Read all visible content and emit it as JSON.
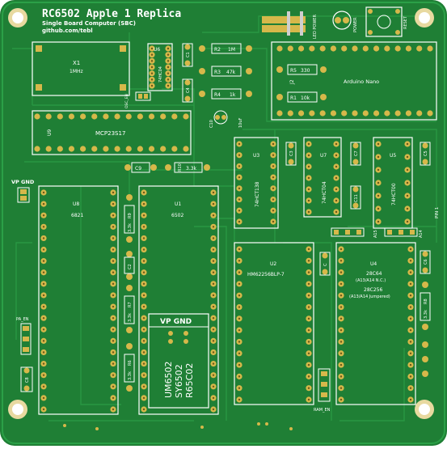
{
  "board": {
    "title": "RC6502 Apple 1 Replica",
    "subtitle": "Single Board Computer (SBC)",
    "url": "github.com/tebl"
  },
  "top_right": {
    "led_power": "LED POWER",
    "power": "POWER",
    "reset": "RESET"
  },
  "components": {
    "x1": "X1",
    "x1_value": "1MHz",
    "u6": "U6",
    "u6_value": "74HC04",
    "c1": "C1",
    "c4": "C4",
    "r2": "R2",
    "r2_value": "1M",
    "r3": "R3",
    "r3_value": "47k",
    "r4": "R4",
    "r4_value": "1k",
    "osc_en": "OSC_EN",
    "u9": "U9",
    "u9_value": "MCP23S17",
    "c10": "C10",
    "c10_value": "10uF",
    "j2": "J2",
    "arduino": "Arduino Nano",
    "r5": "R5",
    "r5_value": "330",
    "r1": "R1",
    "r1_value": "10k",
    "c9": "C9",
    "r10": "R10",
    "r10_value": "3.3k",
    "vp_gnd_left": "VP GND",
    "u8": "U8",
    "u8_value": "6821",
    "u1": "U1",
    "u1_value": "6502",
    "r9": "R9",
    "r9_value": "3.3k",
    "c2": "C2",
    "r7": "R7",
    "r7_value": "3.3k",
    "r6": "R6",
    "r6_value": "3.3k",
    "vp_gnd_center": "VP GND",
    "cpu_variants": [
      "UM6502",
      "SY6502",
      "R65C02"
    ],
    "pa_en": "PA_EN",
    "c8": "C8",
    "u3": "U3",
    "u3_value": "74HCT138",
    "c3": "C3",
    "u7": "U7",
    "u7_value": "74HCT04",
    "c7": "C7",
    "u5": "U5",
    "u5_value": "74HCT00",
    "c5": "C5",
    "c11": "C11",
    "a15": "A15",
    "a14": "A14",
    "pin1": "PIN 1",
    "u2": "U2",
    "u2_value": "HM62256BLP-7",
    "c_u2": "C",
    "u4": "U4",
    "u4_value1": "28C64",
    "u4_note1": "(A13/A14 N.C.)",
    "u4_value2": "28C256",
    "u4_note2": "(A13/A14 Jumpered)",
    "c6": "C6",
    "r8": "R8",
    "r8_value": "3.3k",
    "ram_en": "RAM_EN"
  },
  "colors": {
    "board": "#1f7f35",
    "trace": "#2a9a45",
    "pad": "#d6b84a",
    "pad_hole": "#3a3a2a",
    "silk": "#ffffff",
    "mount": "#e8d9a0"
  }
}
